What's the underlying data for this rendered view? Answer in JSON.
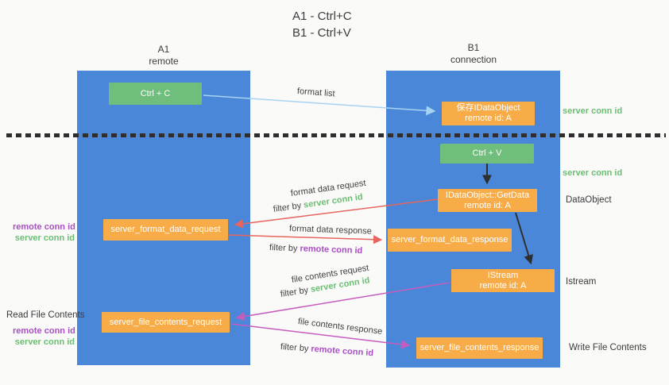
{
  "title": {
    "line1": "A1 - Ctrl+C",
    "line2": "B1 - Ctrl+V"
  },
  "lifelines": {
    "a1": {
      "name": "A1",
      "role": "remote"
    },
    "b1": {
      "name": "B1",
      "role": "connection"
    }
  },
  "nodes": {
    "ctrl_c": {
      "label": "Ctrl + C"
    },
    "ctrl_v": {
      "label": "Ctrl + V"
    },
    "save_dataobject": {
      "line1": "保存IDataObject",
      "line2": "remote id: A"
    },
    "getdata": {
      "line1": "IDataObject::GetData",
      "line2": "remote id: A"
    },
    "istream": {
      "line1": "IStream",
      "line2": "remote id: A"
    },
    "server_format_data_request": {
      "label": "server_format_data_request"
    },
    "server_format_data_response": {
      "label": "server_format_data_response"
    },
    "server_file_contents_request": {
      "label": "server_file_contents_request"
    },
    "server_file_contents_response": {
      "label": "server_file_contents_response"
    }
  },
  "arrow_labels": {
    "format_list": "format list",
    "format_data_request": "format data request",
    "format_data_response": "format data response",
    "file_contents_request": "file contents request",
    "file_contents_response": "file contents response",
    "filter_by": "filter by",
    "server_conn_id": "server conn id",
    "remote_conn_id": "remote conn id"
  },
  "side_labels": {
    "remote_conn_id": "remote conn id",
    "server_conn_id": "server conn id",
    "read_file_contents": "Read File Contents",
    "write_file_contents": "Write File Contents",
    "dataobject": "DataObject",
    "istream": "Istream"
  },
  "colors": {
    "lifeline_blue": "#4a87d8",
    "node_green": "#6fbe7c",
    "node_orange": "#f8ac47",
    "arrow_lightblue": "#a7d3f2",
    "arrow_red": "#e8655e",
    "arrow_magenta": "#c65cbe",
    "arrow_black": "#2f2f2f",
    "text_green": "#6cbe72",
    "text_purple": "#a94fc4",
    "dotted_line": "#2e2e2e"
  }
}
